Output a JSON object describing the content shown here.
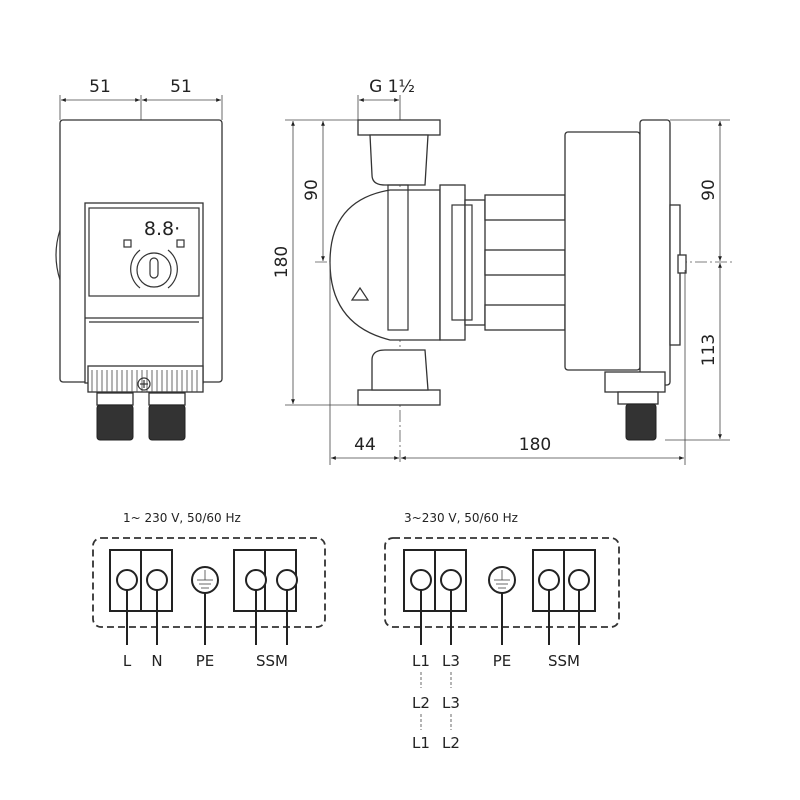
{
  "dimensions": {
    "front_left_width": "51",
    "front_right_width": "51",
    "thread_size": "G 1½",
    "overall_height": "180",
    "flange_to_axis_top": "90",
    "head_top_to_axis": "90",
    "axis_to_gland": "113",
    "flange_offset": "44",
    "overall_length": "180"
  },
  "display": {
    "readout": "8.8·"
  },
  "wiring_single_phase": {
    "header": "1~ 230 V, 50/60 Hz",
    "labels": [
      "L",
      "N",
      "PE",
      "SSM"
    ]
  },
  "wiring_three_phase": {
    "header": "3~230 V, 50/60 Hz",
    "labels": [
      "L1",
      "L3",
      "PE",
      "SSM"
    ],
    "alt_row_1": [
      "L2",
      "L3"
    ],
    "alt_row_2": [
      "L1",
      "L2"
    ]
  }
}
